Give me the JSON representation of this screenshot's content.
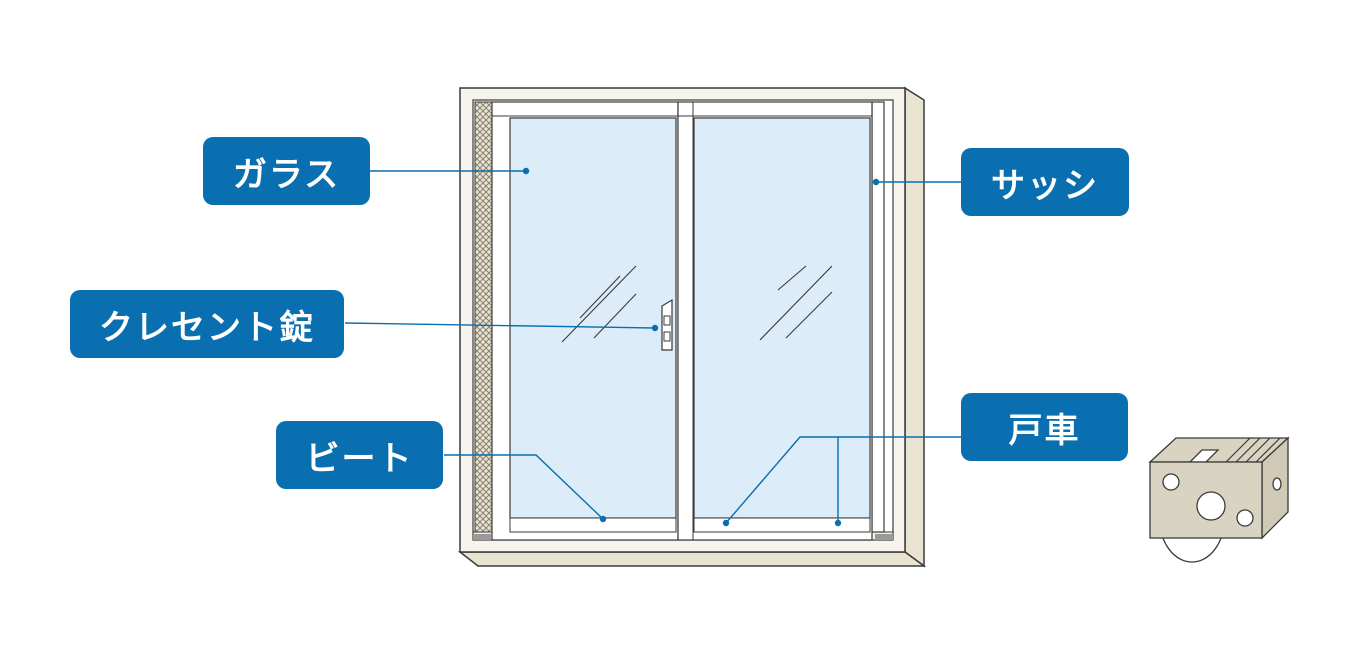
{
  "labels": {
    "glass": "ガラス",
    "crescent_lock": "クレセント錠",
    "bead": "ビート",
    "sash": "サッシ",
    "roller": "戸車"
  },
  "colors": {
    "label_bg": "#0a6fb0",
    "leader_line": "#0a6fb0",
    "glass": "#dcecf8",
    "frame_fill": "#f6f4ec",
    "frame_stroke": "#3a3a3a"
  },
  "icons": {
    "roller": "door-roller-icon"
  }
}
